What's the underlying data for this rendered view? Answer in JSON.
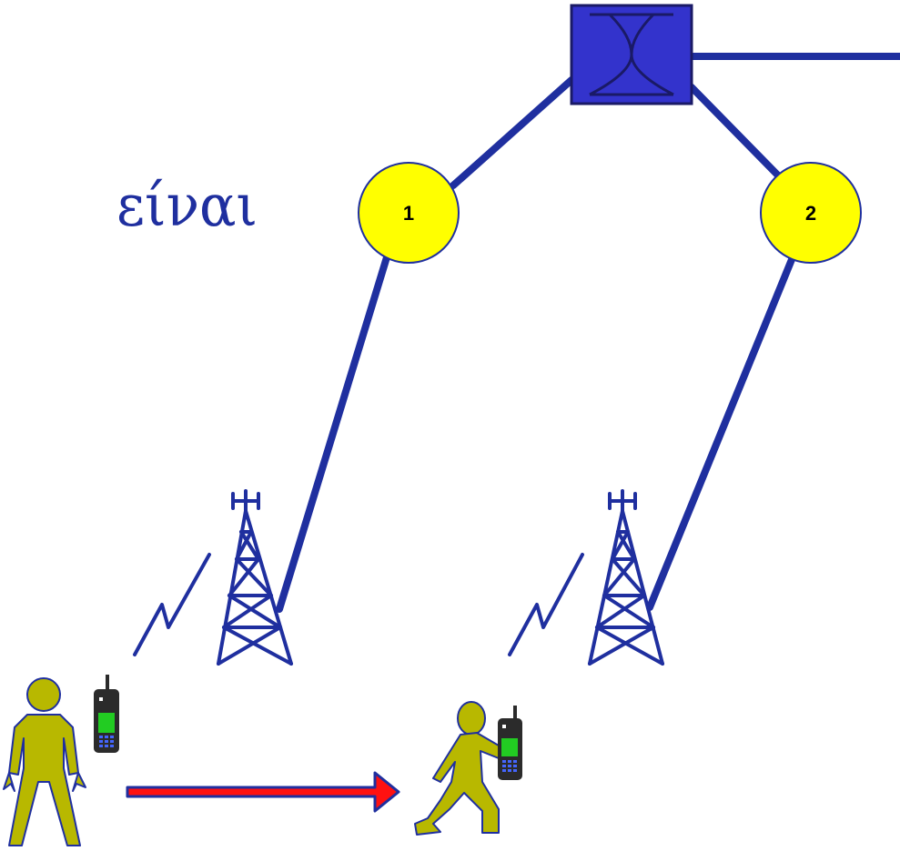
{
  "text_fragment": "είναι",
  "nodes": [
    {
      "id": "1",
      "label": "1"
    },
    {
      "id": "2",
      "label": "2"
    }
  ],
  "colors": {
    "link": "#1f2f9f",
    "switch_fill": "#3333cc",
    "switch_stroke": "#1a1a66",
    "node_fill": "#ffff00",
    "node_stroke": "#1f2f9f",
    "tower": "#1f2f9f",
    "person_fill": "#b8b800",
    "person_stroke": "#1f2f9f",
    "arrow_fill": "#ff1111",
    "arrow_stroke": "#1f2f9f",
    "phone_body": "#2b2b2b",
    "phone_screen": "#22cc22",
    "phone_keys": "#4466ff"
  },
  "icons": [
    "switch-icon",
    "tower-icon",
    "radio-signal-icon",
    "person-icon",
    "walking-person-icon",
    "mobile-phone-icon",
    "movement-arrow-icon"
  ]
}
